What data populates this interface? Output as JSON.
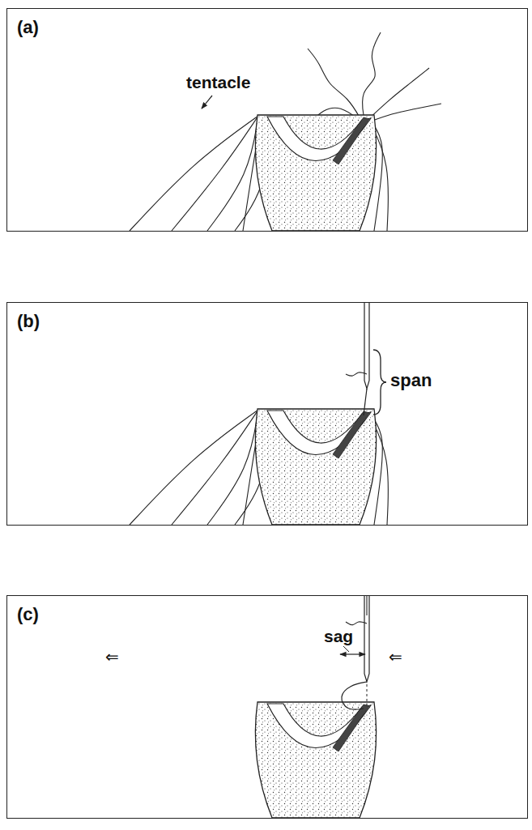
{
  "diagram": {
    "nodes": [
      {
        "text": [
          "(a)"
        ]
      },
      {
        "text": [
          "(b)"
        ]
      },
      {
        "text": [
          "(c)"
        ]
      }
    ],
    "labels": [
      "tentacle",
      "span",
      "sag",
      "⇐",
      "⇐"
    ]
  }
}
